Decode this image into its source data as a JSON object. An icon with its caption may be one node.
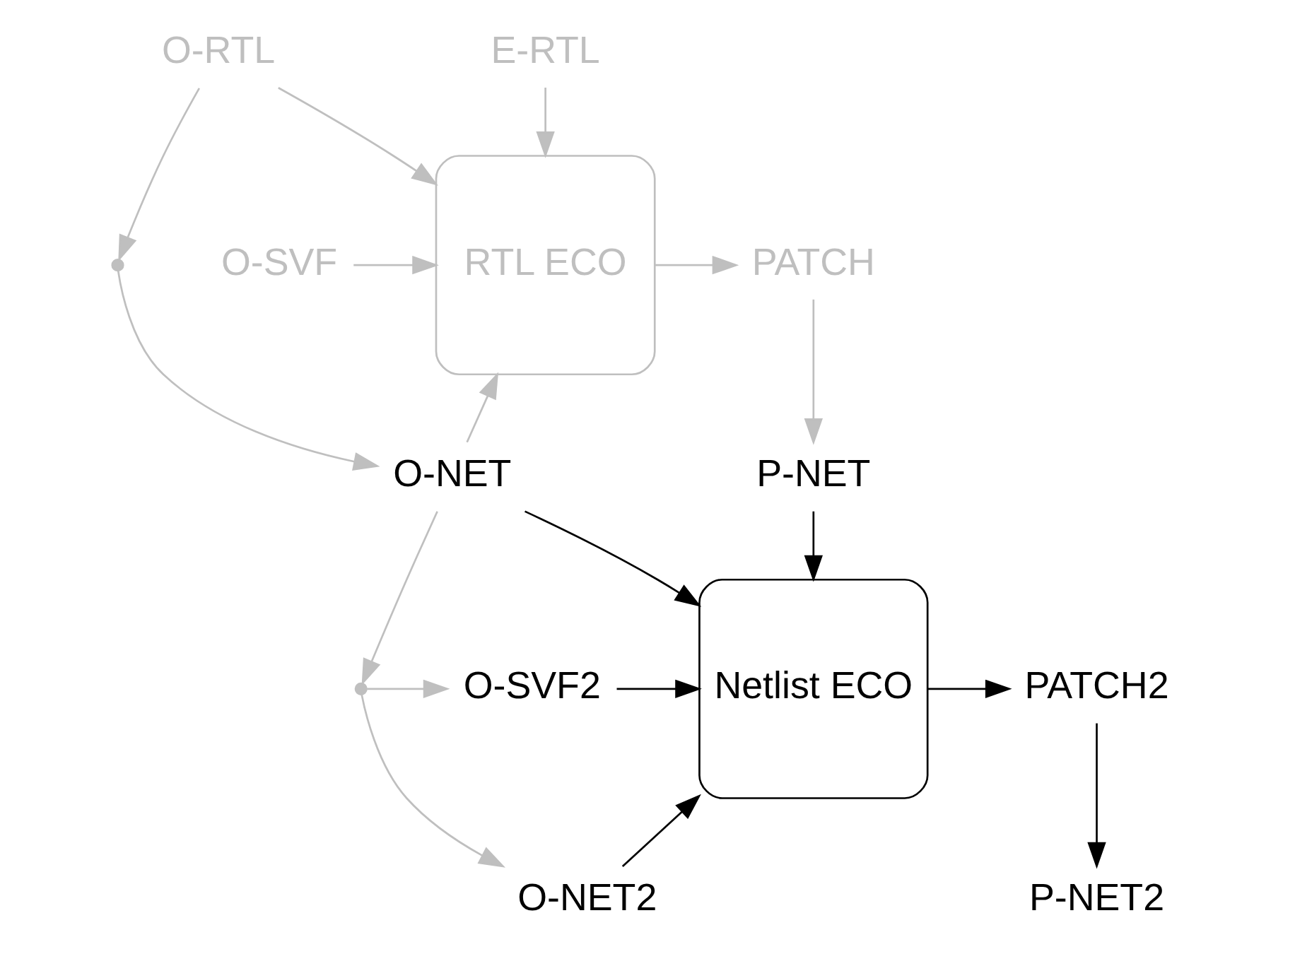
{
  "diagram": {
    "nodes": [
      {
        "text": [
          "O-RTL"
        ]
      },
      {
        "text": [
          "E-RTL"
        ]
      },
      {
        "text": [],
        "shape": "point"
      },
      {
        "text": [
          "O-SVF"
        ]
      },
      {
        "text": [
          "RTL ECO"
        ]
      },
      {
        "text": [
          "PATCH"
        ]
      },
      {
        "text": [
          "O-NET"
        ]
      },
      {
        "text": [
          "P-NET"
        ]
      },
      {
        "text": [],
        "shape": "point"
      },
      {
        "text": [
          "O-SVF2"
        ]
      },
      {
        "text": [
          "Netlist ECO"
        ]
      },
      {
        "text": [
          "PATCH2"
        ]
      },
      {
        "text": [
          "O-NET2"
        ]
      },
      {
        "text": [
          "P-NET2"
        ]
      }
    ],
    "edges": [
      {
        "from": 0,
        "to": 2,
        "arrow": "to"
      },
      {
        "from": 0,
        "to": 4,
        "arrow": "to"
      },
      {
        "from": 1,
        "to": 4,
        "arrow": "to"
      },
      {
        "from": 3,
        "to": 4,
        "arrow": "to"
      },
      {
        "from": 4,
        "to": 5,
        "arrow": "to"
      },
      {
        "from": 2,
        "to": 6,
        "arrow": "to"
      },
      {
        "from": 6,
        "to": 4,
        "arrow": "to"
      },
      {
        "from": 5,
        "to": 7,
        "arrow": "to"
      },
      {
        "from": 6,
        "to": 8,
        "arrow": "to"
      },
      {
        "from": 6,
        "to": 10,
        "arrow": "to",
        "color": "#000000"
      },
      {
        "from": 7,
        "to": 10,
        "arrow": "to",
        "color": "#000000"
      },
      {
        "from": 8,
        "to": 9,
        "arrow": "to"
      },
      {
        "from": 9,
        "to": 10,
        "arrow": "to",
        "color": "#000000"
      },
      {
        "from": 10,
        "to": 11,
        "arrow": "to",
        "color": "#000000"
      },
      {
        "from": 8,
        "to": 12,
        "arrow": "to"
      },
      {
        "from": 12,
        "to": 10,
        "arrow": "to",
        "color": "#000000"
      },
      {
        "from": 11,
        "to": 13,
        "arrow": "to",
        "color": "#000000"
      }
    ]
  }
}
